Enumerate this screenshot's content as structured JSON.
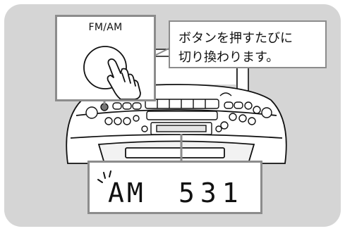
{
  "button_label": "FM/AM",
  "note": [
    "ボタンを押すたびに",
    "切り換わります。"
  ],
  "display": {
    "band": "AM",
    "frequency": "531"
  },
  "colors": {
    "background": "#d5d5d5",
    "frame": "#8c8c8c",
    "ink": "#111111",
    "highlight_button": "#777777"
  }
}
